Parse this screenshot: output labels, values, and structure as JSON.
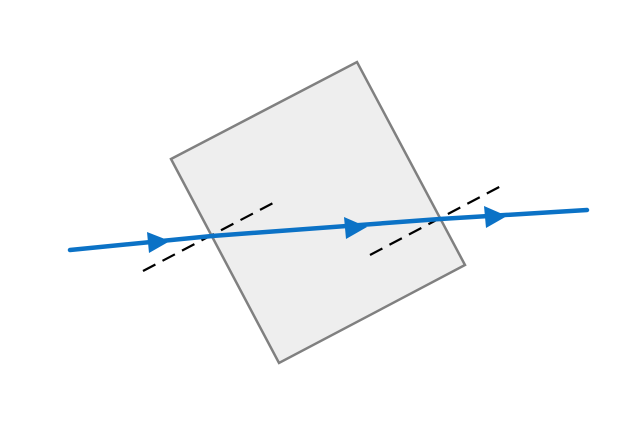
{
  "diagram": {
    "type": "refraction-through-rotated-glass-block",
    "colors": {
      "ray": "#0b72c6",
      "block_fill": "#eeeeee",
      "block_stroke": "#808080",
      "normal": "#000000",
      "background": "#ffffff"
    },
    "elements": [
      "glass-block",
      "incident-ray",
      "refracted-ray",
      "emergent-ray",
      "normal-entry",
      "normal-exit"
    ]
  }
}
